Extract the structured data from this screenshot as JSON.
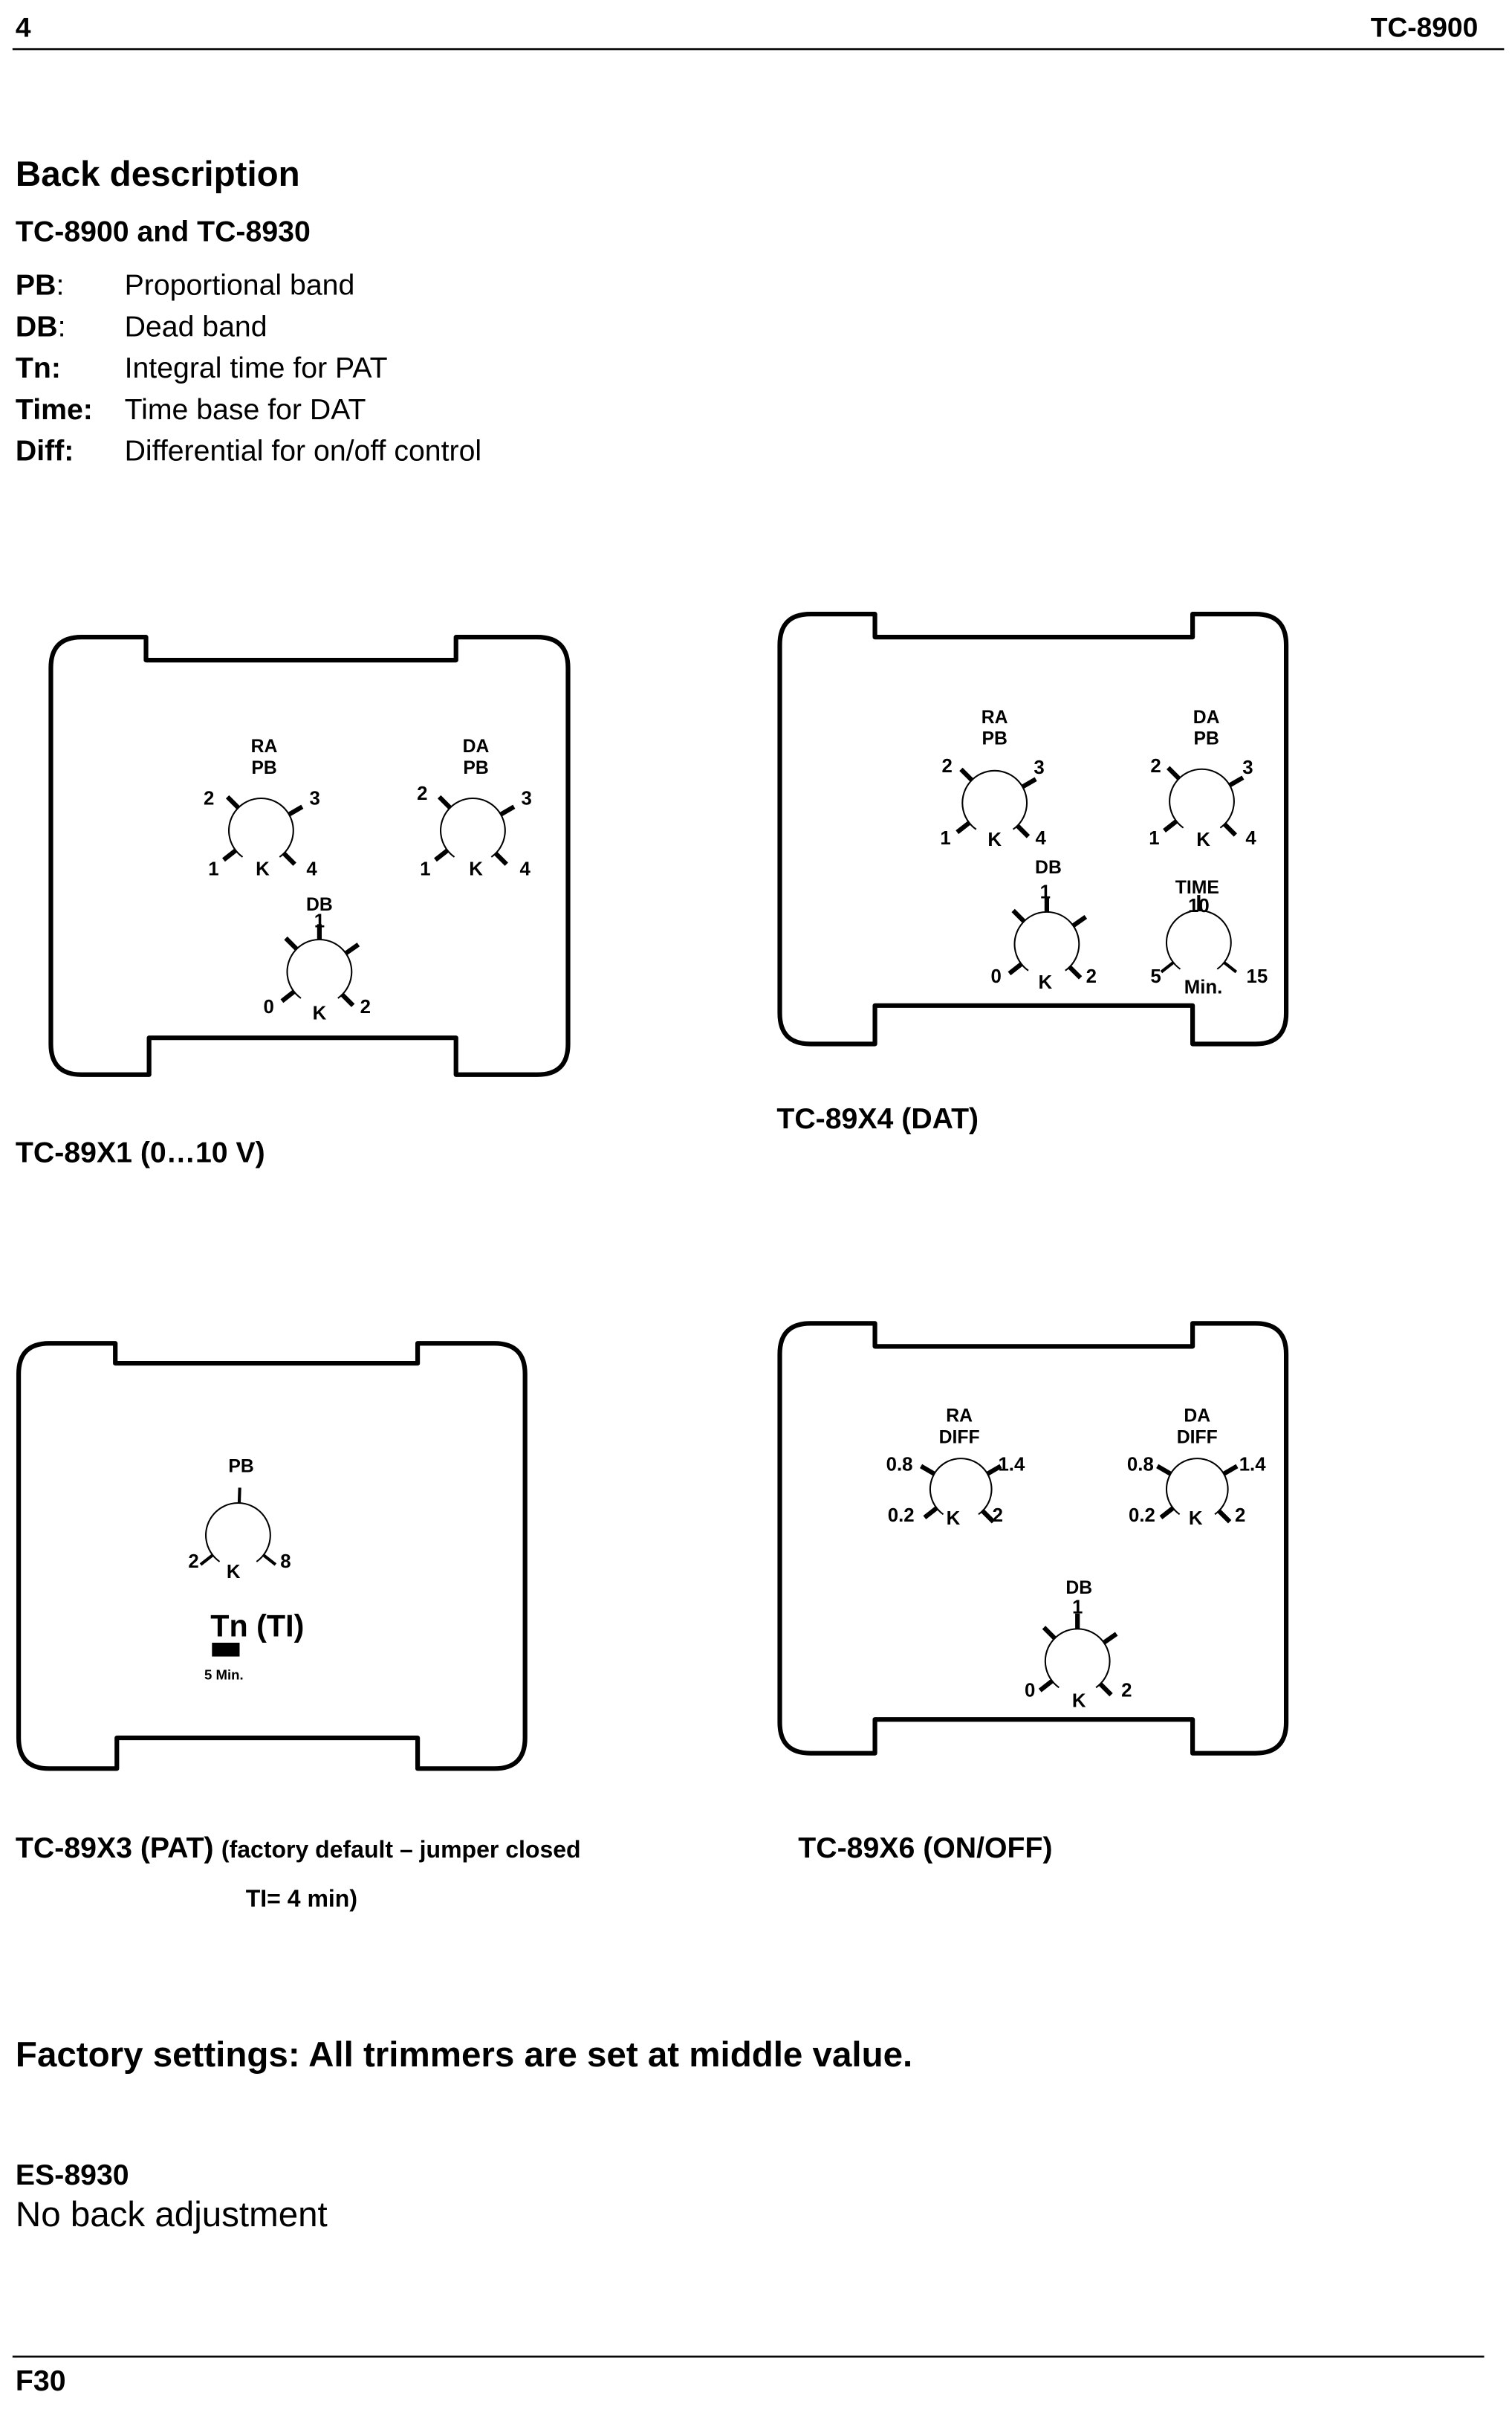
{
  "header": {
    "page_number": "4",
    "doc_title": "TC-8900"
  },
  "section_title": "Back description",
  "subtitle": "TC-8900 and TC-8930",
  "definitions": [
    {
      "term": "PB",
      "sep": ":",
      "desc": "Proportional band"
    },
    {
      "term": "DB",
      "sep": ":",
      "desc": "Dead band"
    },
    {
      "term": "Tn:",
      "sep": "",
      "desc": "Integral time for PAT"
    },
    {
      "term": "Time:",
      "sep": "",
      "desc": "Time base for DAT"
    },
    {
      "term": "Diff:",
      "sep": "",
      "desc": "Differential for on/off control"
    }
  ],
  "panels": {
    "x1": {
      "caption": "TC-89X1 (0…10 V)",
      "ra_pb": {
        "l1": "RA",
        "l2": "PB",
        "t2": "2",
        "t3": "3",
        "t1": "1",
        "k": "K",
        "t4": "4"
      },
      "da_pb": {
        "l1": "DA",
        "l2": "PB",
        "t2": "2",
        "t3": "3",
        "t1": "1",
        "k": "K",
        "t4": "4"
      },
      "db": {
        "l1": "DB",
        "top": "1",
        "t0": "0",
        "k": "K",
        "t2": "2"
      }
    },
    "x4": {
      "caption": "TC-89X4 (DAT)",
      "ra_pb": {
        "l1": "RA",
        "l2": "PB",
        "t2": "2",
        "t3": "3",
        "t1": "1",
        "k": "K",
        "t4": "4"
      },
      "da_pb": {
        "l1": "DA",
        "l2": "PB",
        "t2": "2",
        "t3": "3",
        "t1": "1",
        "k": "K",
        "t4": "4"
      },
      "db": {
        "l1": "DB",
        "top": "1",
        "t0": "0",
        "k": "K",
        "t2": "2"
      },
      "time": {
        "l1": "TIME",
        "top": "10",
        "min": "5",
        "max": "15",
        "unit": "Min."
      }
    },
    "x3": {
      "caption_main": "TC-89X3  (PAT)",
      "caption_note": "(factory default – jumper closed",
      "caption_note2": "TI= 4 min)",
      "pb": {
        "l1": "PB",
        "min": "2",
        "k": "K",
        "max": "8"
      },
      "tn_label": "Tn (TI)",
      "jumper_label": "5 Min."
    },
    "x6": {
      "caption": "TC-89X6 (ON/OFF)",
      "ra_diff": {
        "l1": "RA",
        "l2": "DIFF",
        "a": "0.8",
        "b": "1.4",
        "c": "0.2",
        "k": "K",
        "d": "2"
      },
      "da_diff": {
        "l1": "DA",
        "l2": "DIFF",
        "a": "0.8",
        "b": "1.4",
        "c": "0.2",
        "k": "K",
        "d": "2"
      },
      "db": {
        "l1": "DB",
        "top": "1",
        "t0": "0",
        "k": "K",
        "t2": "2"
      }
    }
  },
  "factory_settings": "Factory settings:  All trimmers are set at middle value.",
  "es_title": "ES-8930",
  "es_text": "No back adjustment",
  "footer": {
    "page_code": "F30"
  }
}
